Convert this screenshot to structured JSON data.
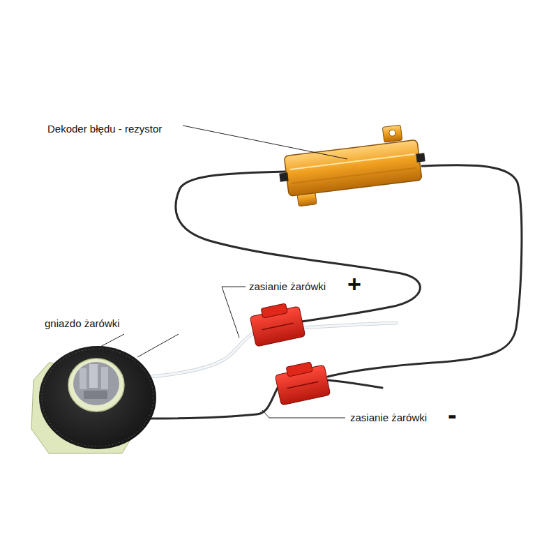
{
  "diagram": {
    "labels": [
      "Dekoder błędu - rezystor",
      "zasianie żarówki",
      "+",
      "gniazdo żarówki",
      "zasianie żarówki",
      "-"
    ]
  }
}
